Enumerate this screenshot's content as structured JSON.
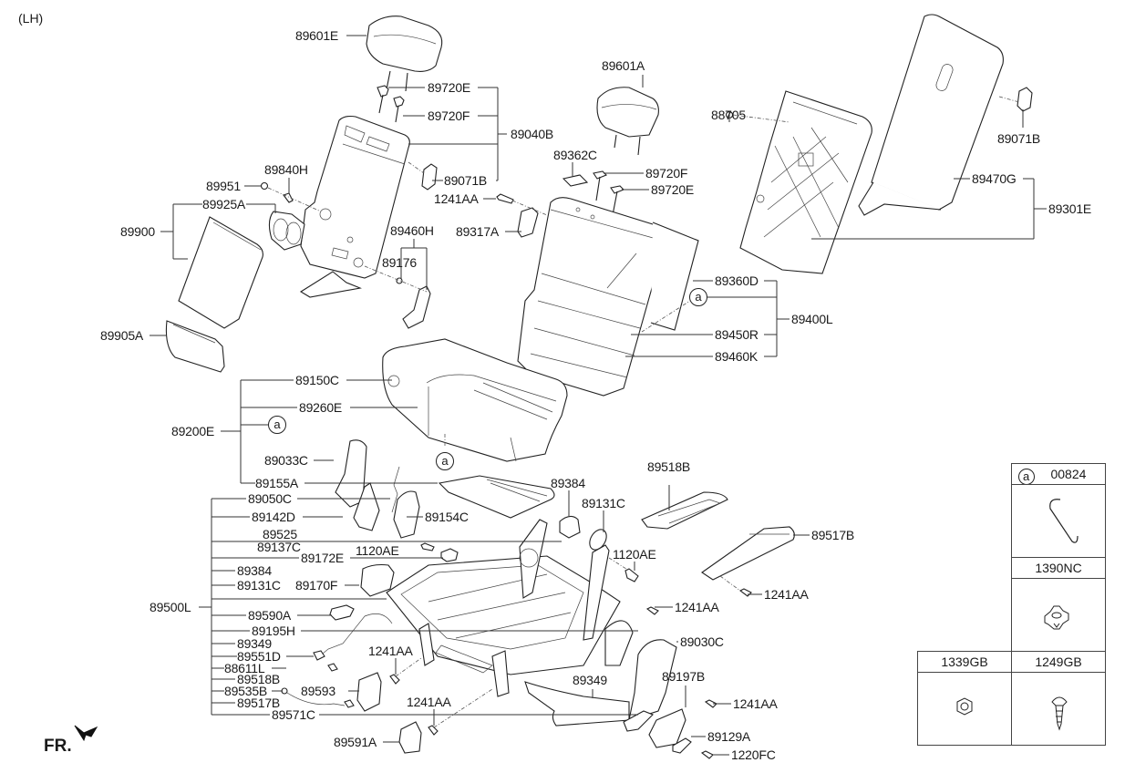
{
  "diagram": {
    "side_label": "(LH)",
    "front_marker": "FR.",
    "ref_marker": "a",
    "labels": {
      "p89601E": "89601E",
      "p89720E_l": "89720E",
      "p89720F_l": "89720F",
      "p89040B": "89040B",
      "p89071B_l": "89071B",
      "p89840H": "89840H",
      "p89951": "89951",
      "p89925A": "89925A",
      "p89900": "89900",
      "p89905A": "89905A",
      "p89460H": "89460H",
      "p89176": "89176",
      "p1241AA_a": "1241AA",
      "p89317A": "89317A",
      "p89601A": "89601A",
      "p89362C": "89362C",
      "p89720F_r": "89720F",
      "p89720E_r": "89720E",
      "p88705": "88705",
      "p89071B_r": "89071B",
      "p89470G": "89470G",
      "p89301E": "89301E",
      "p89360D": "89360D",
      "p89450R": "89450R",
      "p89460K": "89460K",
      "p89400L": "89400L",
      "p89150C": "89150C",
      "p89260E": "89260E",
      "p89200E": "89200E",
      "p89033C": "89033C",
      "p89155A": "89155A",
      "p89050C": "89050C",
      "p89142D": "89142D",
      "p89154C": "89154C",
      "p89525": "89525",
      "p89137C": "89137C",
      "p89172E": "89172E",
      "p1120AE_a": "1120AE",
      "p89384_l": "89384",
      "p89131C_l": "89131C",
      "p89170F": "89170F",
      "p89500L": "89500L",
      "p89590A": "89590A",
      "p89195H": "89195H",
      "p89349_l": "89349",
      "p89551D": "89551D",
      "p88611L": "88611L",
      "p89518B_l": "89518B",
      "p89535B": "89535B",
      "p89517B_l": "89517B",
      "p89571C": "89571C",
      "p1241AA_b": "1241AA",
      "p89593": "89593",
      "p1241AA_c": "1241AA",
      "p89591A": "89591A",
      "p89384_r": "89384",
      "p89131C_r": "89131C",
      "p1120AE_b": "1120AE",
      "p89518B_r": "89518B",
      "p89517B_r": "89517B",
      "p1241AA_d": "1241AA",
      "p1241AA_e": "1241AA",
      "p89030C": "89030C",
      "p89349_r": "89349",
      "p89197B": "89197B",
      "p1241AA_f": "1241AA",
      "p89129A": "89129A",
      "p1220FC": "1220FC"
    },
    "fastener_table": [
      {
        "code": "00824",
        "ref": "a",
        "item": "wire-clip"
      },
      {
        "code": "1390NC",
        "item": "clip-nut"
      },
      {
        "code": "1339GB",
        "item": "hex-nut"
      },
      {
        "code": "1249GB",
        "item": "tapping-screw"
      }
    ]
  }
}
